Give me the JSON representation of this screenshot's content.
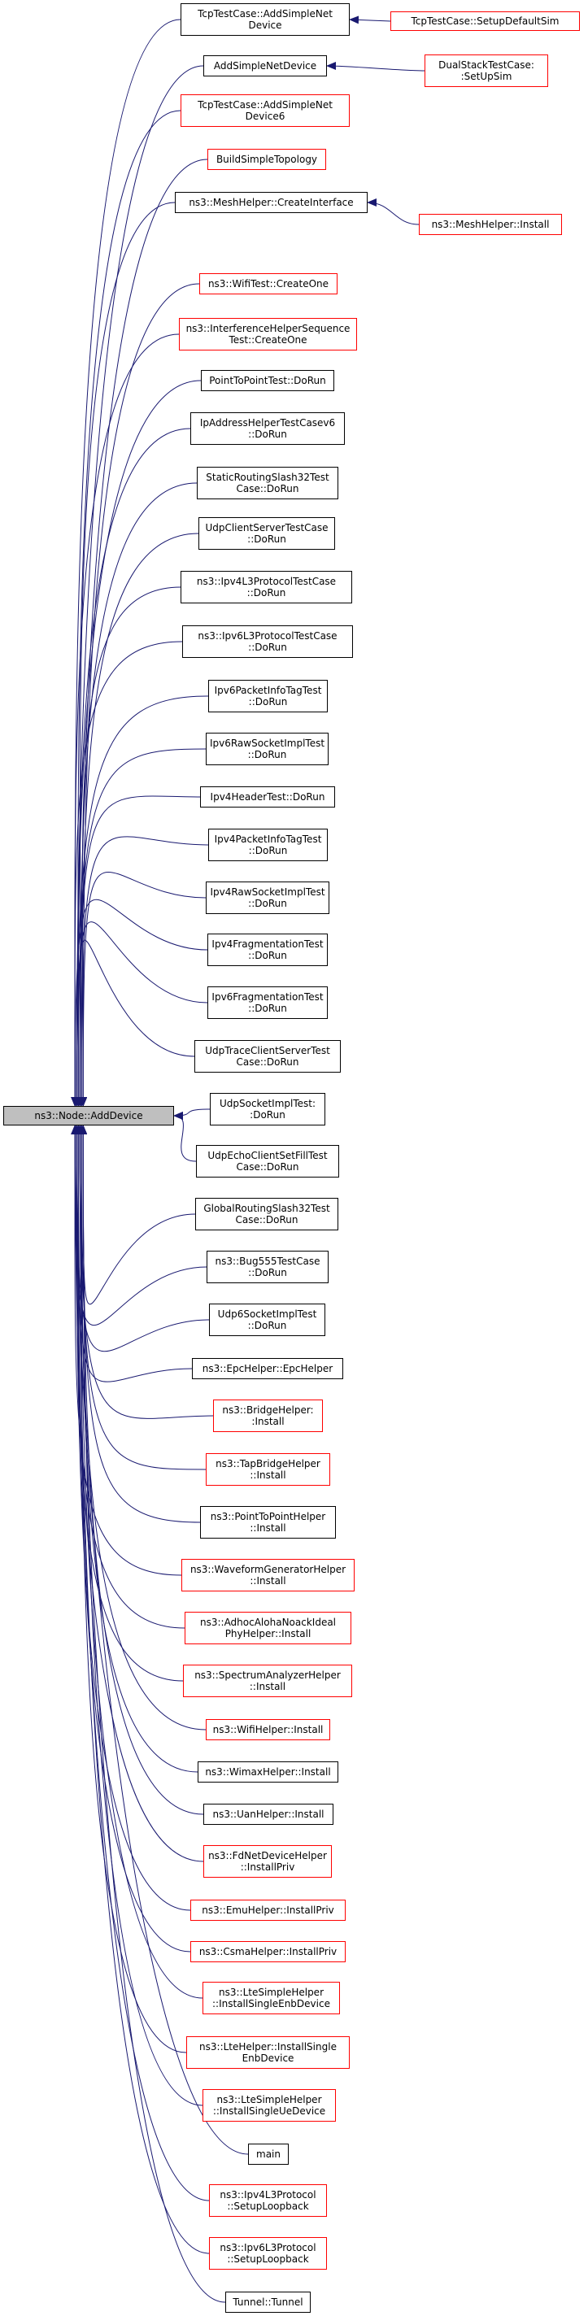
{
  "colors": {
    "edge": "#191970",
    "black_border": "#000000",
    "red_border": "#ff0000",
    "root_fill": "#bfbfbf"
  },
  "root": {
    "id": "root",
    "lines": [
      "ns3::Node::AddDevice"
    ],
    "style": "root"
  },
  "callers": [
    {
      "id": "n1",
      "lines": [
        "TcpTestCase::AddSimpleNet",
        "Device"
      ],
      "style": "black"
    },
    {
      "id": "n2",
      "lines": [
        "AddSimpleNetDevice"
      ],
      "style": "black"
    },
    {
      "id": "n3",
      "lines": [
        "TcpTestCase::AddSimpleNet",
        "Device6"
      ],
      "style": "red"
    },
    {
      "id": "n4",
      "lines": [
        "BuildSimpleTopology"
      ],
      "style": "red"
    },
    {
      "id": "n5",
      "lines": [
        "ns3::MeshHelper::CreateInterface"
      ],
      "style": "black"
    },
    {
      "id": "n6",
      "lines": [
        "ns3::WifiTest::CreateOne"
      ],
      "style": "red"
    },
    {
      "id": "n7",
      "lines": [
        "ns3::InterferenceHelperSequence",
        "Test::CreateOne"
      ],
      "style": "red"
    },
    {
      "id": "n8",
      "lines": [
        "PointToPointTest::DoRun"
      ],
      "style": "black"
    },
    {
      "id": "n9",
      "lines": [
        "IpAddressHelperTestCasev6",
        "::DoRun"
      ],
      "style": "black"
    },
    {
      "id": "n10",
      "lines": [
        "StaticRoutingSlash32Test",
        "Case::DoRun"
      ],
      "style": "black"
    },
    {
      "id": "n11",
      "lines": [
        "UdpClientServerTestCase",
        "::DoRun"
      ],
      "style": "black"
    },
    {
      "id": "n12",
      "lines": [
        "ns3::Ipv4L3ProtocolTestCase",
        "::DoRun"
      ],
      "style": "black"
    },
    {
      "id": "n13",
      "lines": [
        "ns3::Ipv6L3ProtocolTestCase",
        "::DoRun"
      ],
      "style": "black"
    },
    {
      "id": "n14",
      "lines": [
        "Ipv6PacketInfoTagTest",
        "::DoRun"
      ],
      "style": "black"
    },
    {
      "id": "n15",
      "lines": [
        "Ipv6RawSocketImplTest",
        "::DoRun"
      ],
      "style": "black"
    },
    {
      "id": "n16",
      "lines": [
        "Ipv4HeaderTest::DoRun"
      ],
      "style": "black"
    },
    {
      "id": "n17",
      "lines": [
        "Ipv4PacketInfoTagTest",
        "::DoRun"
      ],
      "style": "black"
    },
    {
      "id": "n18",
      "lines": [
        "Ipv4RawSocketImplTest",
        "::DoRun"
      ],
      "style": "black"
    },
    {
      "id": "n19",
      "lines": [
        "Ipv4FragmentationTest",
        "::DoRun"
      ],
      "style": "black"
    },
    {
      "id": "n20",
      "lines": [
        "Ipv6FragmentationTest",
        "::DoRun"
      ],
      "style": "black"
    },
    {
      "id": "n21",
      "lines": [
        "UdpTraceClientServerTest",
        "Case::DoRun"
      ],
      "style": "black"
    },
    {
      "id": "n22",
      "lines": [
        "UdpSocketImplTest:",
        ":DoRun"
      ],
      "style": "black"
    },
    {
      "id": "n23",
      "lines": [
        "UdpEchoClientSetFillTest",
        "Case::DoRun"
      ],
      "style": "black"
    },
    {
      "id": "n24",
      "lines": [
        "GlobalRoutingSlash32Test",
        "Case::DoRun"
      ],
      "style": "black"
    },
    {
      "id": "n25",
      "lines": [
        "ns3::Bug555TestCase",
        "::DoRun"
      ],
      "style": "black"
    },
    {
      "id": "n26",
      "lines": [
        "Udp6SocketImplTest",
        "::DoRun"
      ],
      "style": "black"
    },
    {
      "id": "n27",
      "lines": [
        "ns3::EpcHelper::EpcHelper"
      ],
      "style": "black"
    },
    {
      "id": "n28",
      "lines": [
        "ns3::BridgeHelper:",
        ":Install"
      ],
      "style": "red"
    },
    {
      "id": "n29",
      "lines": [
        "ns3::TapBridgeHelper",
        "::Install"
      ],
      "style": "red"
    },
    {
      "id": "n30",
      "lines": [
        "ns3::PointToPointHelper",
        "::Install"
      ],
      "style": "black"
    },
    {
      "id": "n31",
      "lines": [
        "ns3::WaveformGeneratorHelper",
        "::Install"
      ],
      "style": "red"
    },
    {
      "id": "n32",
      "lines": [
        "ns3::AdhocAlohaNoackIdeal",
        "PhyHelper::Install"
      ],
      "style": "red"
    },
    {
      "id": "n33",
      "lines": [
        "ns3::SpectrumAnalyzerHelper",
        "::Install"
      ],
      "style": "red"
    },
    {
      "id": "n34",
      "lines": [
        "ns3::WifiHelper::Install"
      ],
      "style": "red"
    },
    {
      "id": "n35",
      "lines": [
        "ns3::WimaxHelper::Install"
      ],
      "style": "black"
    },
    {
      "id": "n36",
      "lines": [
        "ns3::UanHelper::Install"
      ],
      "style": "black"
    },
    {
      "id": "n37",
      "lines": [
        "ns3::FdNetDeviceHelper",
        "::InstallPriv"
      ],
      "style": "red"
    },
    {
      "id": "n38",
      "lines": [
        "ns3::EmuHelper::InstallPriv"
      ],
      "style": "red"
    },
    {
      "id": "n39",
      "lines": [
        "ns3::CsmaHelper::InstallPriv"
      ],
      "style": "red"
    },
    {
      "id": "n40",
      "lines": [
        "ns3::LteSimpleHelper",
        "::InstallSingleEnbDevice"
      ],
      "style": "red"
    },
    {
      "id": "n41",
      "lines": [
        "ns3::LteHelper::InstallSingle",
        "EnbDevice"
      ],
      "style": "red"
    },
    {
      "id": "n42",
      "lines": [
        "ns3::LteSimpleHelper",
        "::InstallSingleUeDevice"
      ],
      "style": "red"
    },
    {
      "id": "n43",
      "lines": [
        "main"
      ],
      "style": "black"
    },
    {
      "id": "n44",
      "lines": [
        "ns3::Ipv4L3Protocol",
        "::SetupLoopback"
      ],
      "style": "red"
    },
    {
      "id": "n45",
      "lines": [
        "ns3::Ipv6L3Protocol",
        "::SetupLoopback"
      ],
      "style": "red"
    },
    {
      "id": "n46",
      "lines": [
        "Tunnel::Tunnel"
      ],
      "style": "black"
    }
  ],
  "second_level": [
    {
      "id": "m1",
      "lines": [
        "TcpTestCase::SetupDefaultSim"
      ],
      "style": "red",
      "calls": "n1"
    },
    {
      "id": "m2",
      "lines": [
        "DualStackTestCase:",
        ":SetUpSim"
      ],
      "style": "red",
      "calls": "n2"
    },
    {
      "id": "m3",
      "lines": [
        "ns3::MeshHelper::Install"
      ],
      "style": "red",
      "calls": "n5"
    }
  ]
}
